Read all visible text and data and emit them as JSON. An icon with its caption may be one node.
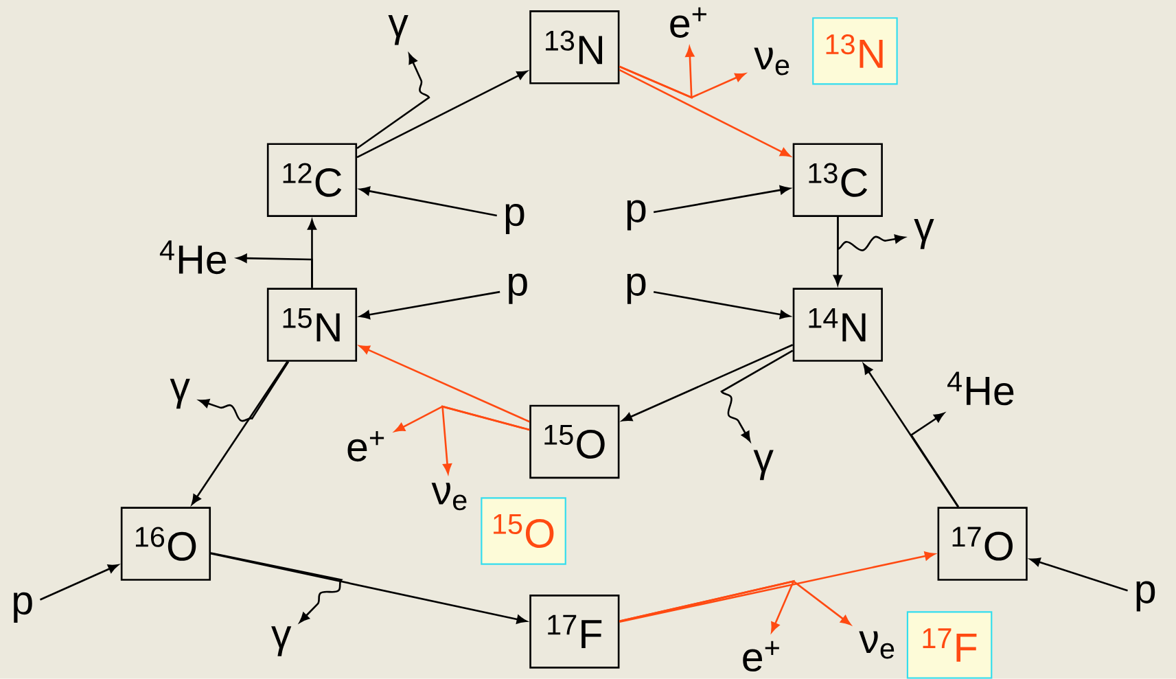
{
  "diagram": {
    "nodes": [
      {
        "text": [
          "$^{13}$N"
        ]
      },
      {
        "text": [
          "$^{13}$N"
        ]
      },
      {
        "text": [
          "$^{12}$C"
        ]
      },
      {
        "text": [
          "$^{13}$C"
        ]
      },
      {
        "text": [
          "p"
        ]
      },
      {
        "text": [
          "p"
        ]
      },
      {
        "text": [
          "$^{4}$He"
        ]
      },
      {
        "text": [
          "$^{15}$N"
        ]
      },
      {
        "text": [
          "$^{14}$N"
        ]
      },
      {
        "text": [
          "p"
        ]
      },
      {
        "text": [
          "p"
        ]
      },
      {
        "text": [
          "$^{15}$O"
        ]
      },
      {
        "text": [
          "$^{16}$O"
        ]
      },
      {
        "text": [
          "$^{17}$O"
        ]
      },
      {
        "text": [
          "$^{15}$O"
        ]
      },
      {
        "text": [
          "$^{17}$F"
        ]
      },
      {
        "text": [
          "$^{17}$F"
        ]
      },
      {
        "text": [
          "p"
        ]
      },
      {
        "text": [
          "p"
        ]
      },
      {
        "text": [
          "γ"
        ]
      },
      {
        "text": [
          "e$^{+}$"
        ]
      },
      {
        "text": [
          "ν$_{e}$"
        ]
      },
      {
        "text": [
          "γ"
        ]
      },
      {
        "text": [
          "γ"
        ]
      },
      {
        "text": [
          "$^{4}$He"
        ]
      },
      {
        "text": [
          "e$^{+}$"
        ]
      },
      {
        "text": [
          "ν$_{e}$"
        ]
      },
      {
        "text": [
          "γ"
        ]
      },
      {
        "text": [
          "γ"
        ]
      },
      {
        "text": [
          "e$^{+}$"
        ]
      },
      {
        "text": [
          "ν$_{e}$"
        ]
      }
    ],
    "edges": [
      {
        "from": 2,
        "to": 0,
        "arrow": "to"
      },
      {
        "from": 2,
        "to": 19,
        "arrow": "to"
      },
      {
        "from": 0,
        "to": 3,
        "arrow": "to",
        "color": "#ff4a12"
      },
      {
        "from": 0,
        "to": 20,
        "arrow": "to",
        "color": "#ff4a12"
      },
      {
        "from": 0,
        "to": 21,
        "arrow": "to",
        "color": "#ff4a12"
      },
      {
        "from": 5,
        "to": 3,
        "arrow": "to"
      },
      {
        "from": 4,
        "to": 2,
        "arrow": "to"
      },
      {
        "from": 3,
        "to": 8,
        "arrow": "to"
      },
      {
        "from": 3,
        "to": 22,
        "arrow": "to"
      },
      {
        "from": 10,
        "to": 8,
        "arrow": "to"
      },
      {
        "from": 9,
        "to": 7,
        "arrow": "to"
      },
      {
        "from": 7,
        "to": 2,
        "arrow": "to"
      },
      {
        "from": 7,
        "to": 6,
        "arrow": "to"
      },
      {
        "from": 8,
        "to": 11,
        "arrow": "to"
      },
      {
        "from": 8,
        "to": 27,
        "arrow": "to"
      },
      {
        "from": 11,
        "to": 7,
        "arrow": "to",
        "color": "#ff4a12"
      },
      {
        "from": 11,
        "to": 25,
        "arrow": "to",
        "color": "#ff4a12"
      },
      {
        "from": 11,
        "to": 26,
        "arrow": "to",
        "color": "#ff4a12"
      },
      {
        "from": 7,
        "to": 12,
        "arrow": "to"
      },
      {
        "from": 7,
        "to": 23,
        "arrow": "to"
      },
      {
        "from": 17,
        "to": 12,
        "arrow": "to"
      },
      {
        "from": 12,
        "to": 15,
        "arrow": "to"
      },
      {
        "from": 12,
        "to": 28,
        "arrow": "to"
      },
      {
        "from": 15,
        "to": 13,
        "arrow": "to",
        "color": "#ff4a12"
      },
      {
        "from": 15,
        "to": 29,
        "arrow": "to",
        "color": "#ff4a12"
      },
      {
        "from": 15,
        "to": 30,
        "arrow": "to",
        "color": "#ff4a12"
      },
      {
        "from": 18,
        "to": 13,
        "arrow": "to"
      },
      {
        "from": 13,
        "to": 8,
        "arrow": "to"
      },
      {
        "from": 13,
        "to": 24,
        "arrow": "to"
      }
    ]
  }
}
